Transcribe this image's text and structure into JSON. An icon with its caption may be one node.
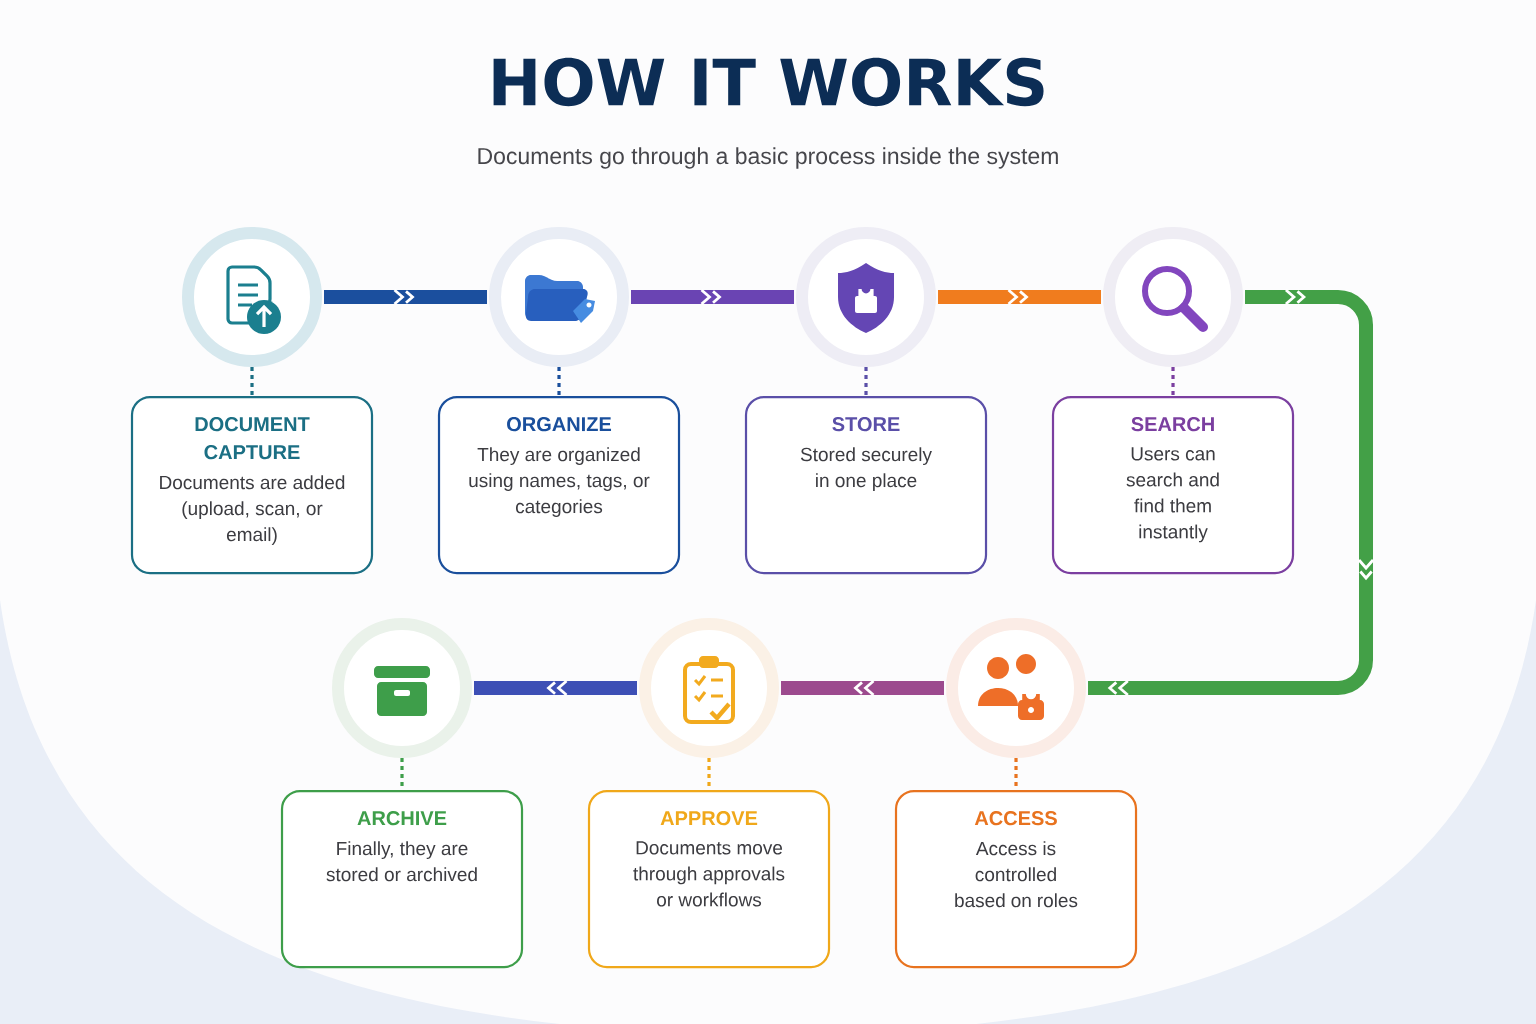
{
  "diagram": {
    "title": "HOW IT WORKS",
    "caption": "Documents go through a basic process inside the system",
    "nodes": [
      {
        "text": [],
        "shape": "circle"
      },
      {
        "text": [
          "DOCUMENT CAPTURE",
          "Documents are added (upload, scan, or email)"
        ]
      },
      {
        "text": [],
        "shape": "circle"
      },
      {
        "text": [
          "ORGANIZE",
          "They are organized using names, tags, or categories"
        ]
      },
      {
        "text": [],
        "shape": "circle"
      },
      {
        "text": [
          "STORE",
          "Stored securely in one place"
        ]
      },
      {
        "text": [],
        "shape": "circle"
      },
      {
        "text": [
          "SEARCH",
          "Users can search and find them instantly"
        ]
      },
      {
        "text": [],
        "shape": "circle"
      },
      {
        "text": [
          "ACCESS",
          "Access is controlled based on roles"
        ]
      },
      {
        "text": [],
        "shape": "circle"
      },
      {
        "text": [
          "APPROVE",
          "Documents move through approvals or workflows"
        ]
      },
      {
        "text": [],
        "shape": "circle"
      },
      {
        "text": [
          "ARCHIVE",
          "Finally, they are stored or archived"
        ]
      }
    ],
    "edges": [
      {
        "from": 0,
        "to": 2,
        "arrow": "to",
        "style": "thick",
        "color": "#1b4f9e"
      },
      {
        "from": 2,
        "to": 4,
        "arrow": "to",
        "style": "thick",
        "color": "#6a44b3"
      },
      {
        "from": 4,
        "to": 6,
        "arrow": "to",
        "style": "thick",
        "color": "#f07c1e"
      },
      {
        "from": 6,
        "to": 8,
        "arrow": "to",
        "style": "thick",
        "color": "#43a047"
      },
      {
        "from": 8,
        "to": 10,
        "arrow": "to",
        "style": "thick",
        "color": "#9c4a8e"
      },
      {
        "from": 10,
        "to": 12,
        "arrow": "to",
        "style": "thick",
        "color": "#3d4fb5"
      },
      {
        "from": 0,
        "to": 1,
        "arrow": "none",
        "style": "dashed",
        "color": "#1b6f84"
      },
      {
        "from": 2,
        "to": 3,
        "arrow": "none",
        "style": "dashed",
        "color": "#1a4f9c"
      },
      {
        "from": 4,
        "to": 5,
        "arrow": "none",
        "style": "dashed",
        "color": "#5a4fa8"
      },
      {
        "from": 6,
        "to": 7,
        "arrow": "none",
        "style": "dashed",
        "color": "#7b3fa0"
      },
      {
        "from": 8,
        "to": 9,
        "arrow": "none",
        "style": "dashed",
        "color": "#e8731f"
      },
      {
        "from": 10,
        "to": 11,
        "arrow": "none",
        "style": "dashed",
        "color": "#f0a81a"
      },
      {
        "from": 12,
        "to": 13,
        "arrow": "none",
        "style": "dashed",
        "color": "#3e9e4a"
      }
    ]
  }
}
